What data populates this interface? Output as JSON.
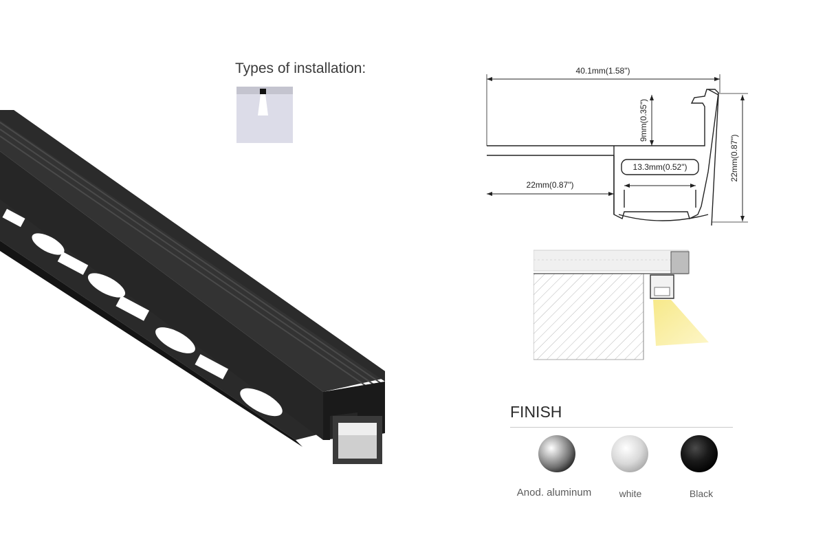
{
  "installation": {
    "title": "Types of installation:"
  },
  "dimensions": {
    "overall_width": "40.1mm(1.58\")",
    "inner_height": "9mm(0.35\")",
    "channel_width": "13.3mm(0.52\")",
    "flange_width": "22mm(0.87\")",
    "overall_height": "22mm(0.87\")"
  },
  "finish": {
    "title": "FINISH",
    "options": [
      {
        "label": "Anod. aluminum",
        "icon": "aluminum-sphere-icon",
        "color": "#9a9a9a"
      },
      {
        "label": "white",
        "icon": "white-sphere-icon",
        "color": "#e6e6e6"
      },
      {
        "label": "Black",
        "icon": "black-sphere-icon",
        "color": "#111111"
      }
    ]
  },
  "colors": {
    "profile_black": "#1f1f1f",
    "light_beam": "#f7e98a",
    "install_panel": "#dcdce8"
  }
}
